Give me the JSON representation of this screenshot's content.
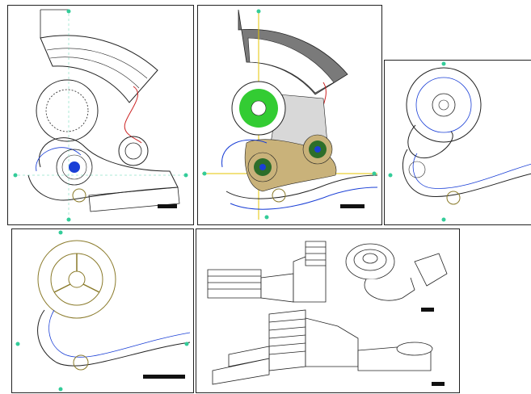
{
  "sheets": [
    {
      "id": "site-plan"
    },
    {
      "id": "landscape-plan"
    },
    {
      "id": "upper-floor-plan"
    },
    {
      "id": "ground-floor-plan"
    },
    {
      "id": "3d-views"
    }
  ],
  "colors": {
    "line": "#222222",
    "marker": "#33cc99",
    "red_path": "#cc2222",
    "blue_pool": "#1a3fd6",
    "green_lawn": "#33cc33",
    "dark_green": "#2d6e2a",
    "tan_paving": "#c9b27a",
    "grey_roof": "#7a7a7a",
    "yellow_axis": "#e6c600",
    "olive": "#8a7a2a",
    "blue_wall": "#1a3fd6"
  },
  "icons": [
    "grid-marker-icon"
  ]
}
